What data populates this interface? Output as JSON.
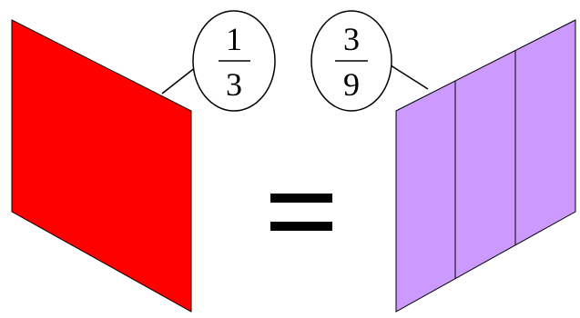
{
  "colors": {
    "background": "#ffffff",
    "left_shape_fill": "#ff0000",
    "right_shape_fill": "#cc99ff",
    "stroke": "#000000"
  },
  "left_fraction": {
    "numerator": "1",
    "denominator": "3"
  },
  "right_fraction": {
    "numerator": "3",
    "denominator": "9"
  },
  "equals_sign": "=",
  "right_shape_sections": 3
}
